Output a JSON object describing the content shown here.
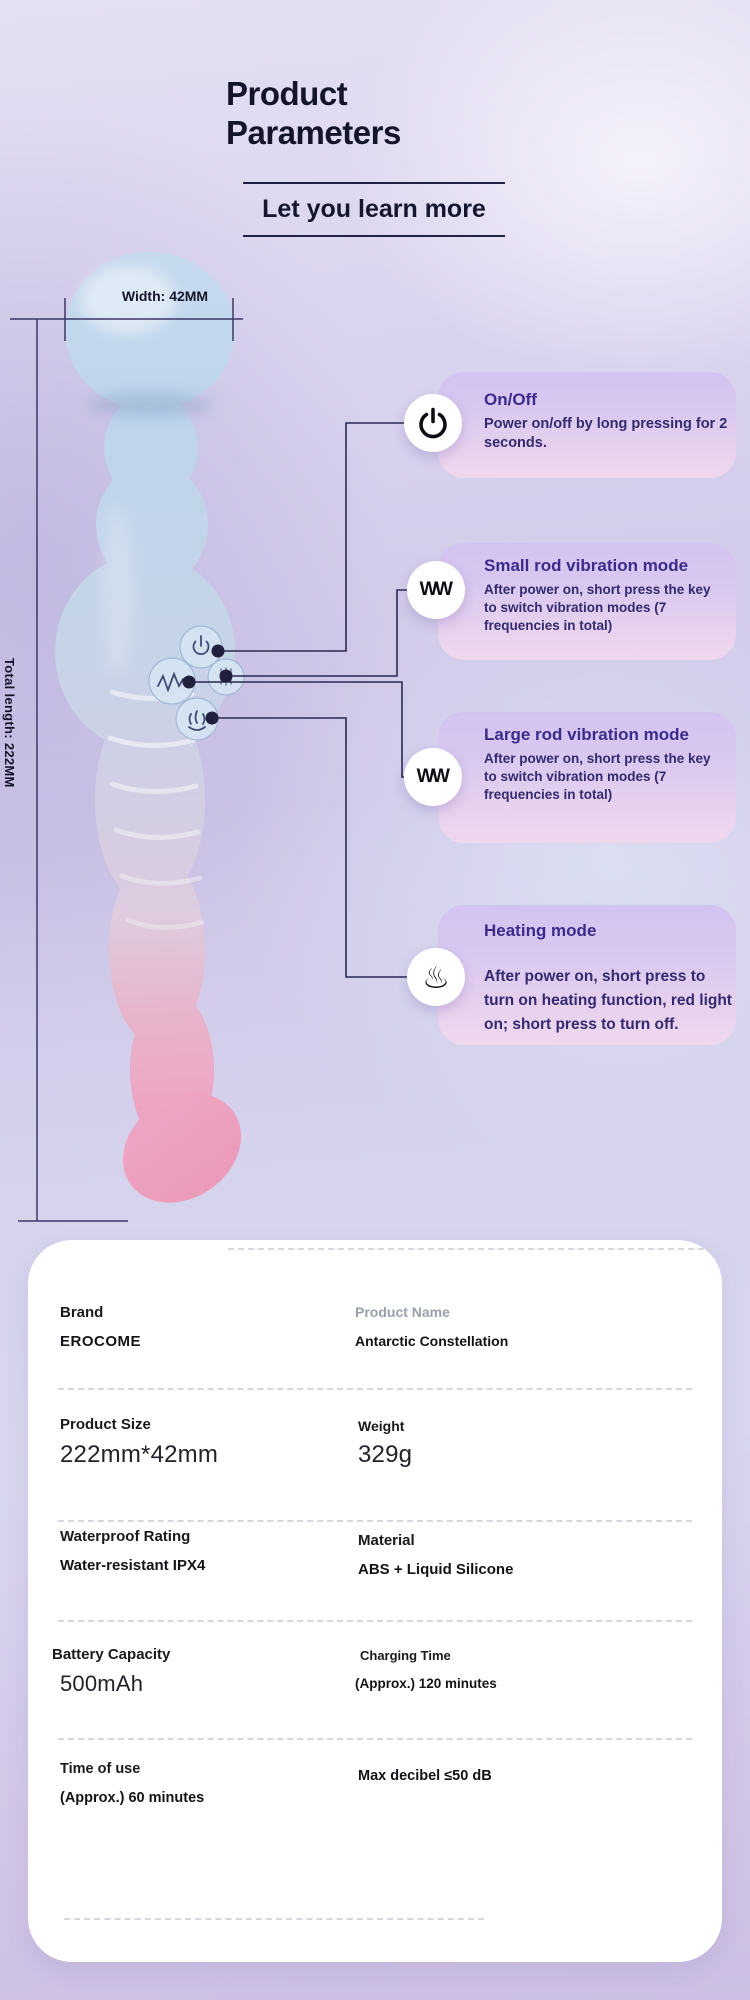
{
  "header": {
    "title_line1": "Product",
    "title_line2": "Parameters",
    "subtitle": "Let you learn more"
  },
  "dimensions": {
    "width_label": "Width: 42MM",
    "length_label": "Total length: 222MM"
  },
  "device_buttons": [
    {
      "icon": "power-icon"
    },
    {
      "icon": "small-rod-wave-icon"
    },
    {
      "icon": "large-rod-wave-icon"
    },
    {
      "icon": "heating-hand-icon"
    }
  ],
  "callouts": [
    {
      "icon": "power-icon",
      "title": "On/Off",
      "body": "Power on/off by long pressing for 2 seconds."
    },
    {
      "icon": "wave-icon",
      "glyph": "WW",
      "title": "Small rod vibration mode",
      "body": "After power on, short press the key to switch vibration modes (7 frequencies in total)"
    },
    {
      "icon": "wave-icon",
      "glyph": "WW",
      "title": "Large rod vibration mode",
      "body": "After power on, short press the key to switch vibration modes (7 frequencies in total)"
    },
    {
      "icon": "heat-icon",
      "glyph": "♨",
      "title": "Heating mode",
      "body": "After power on, short press to turn on heating function, red light on; short press to turn off."
    }
  ],
  "specs": {
    "rows": [
      {
        "left": {
          "label": "Brand",
          "value": "EROCOME"
        },
        "right": {
          "label": "Product Name",
          "value": "Antarctic Constellation"
        }
      },
      {
        "left": {
          "label": "Product Size",
          "value": "222mm*42mm"
        },
        "right": {
          "label": "Weight",
          "value": "329g"
        }
      },
      {
        "left": {
          "label": "Waterproof Rating",
          "value": "Water-resistant IPX4"
        },
        "right": {
          "label": "Material",
          "value": "ABS + Liquid Silicone"
        }
      },
      {
        "left": {
          "label": "Battery Capacity",
          "value": "500mAh"
        },
        "right": {
          "label": "Charging Time",
          "value": "(Approx.) 120 minutes"
        }
      },
      {
        "left": {
          "label": "Time of use",
          "value": "(Approx.) 60 minutes"
        },
        "right": {
          "label": "",
          "value": "Max decibel ≤50 dB"
        }
      }
    ]
  },
  "colors": {
    "background_lavender": "#d2c7e8",
    "callout_bg_top": "#d3c3f1",
    "callout_bg_bottom": "#efd8ee",
    "callout_title": "#3c2b8a",
    "callout_body": "#35296f",
    "connector_line": "#2b2950",
    "device_blue": "#c0d6ec",
    "device_pink": "#ee9cba",
    "card_bg": "#ffffff"
  }
}
